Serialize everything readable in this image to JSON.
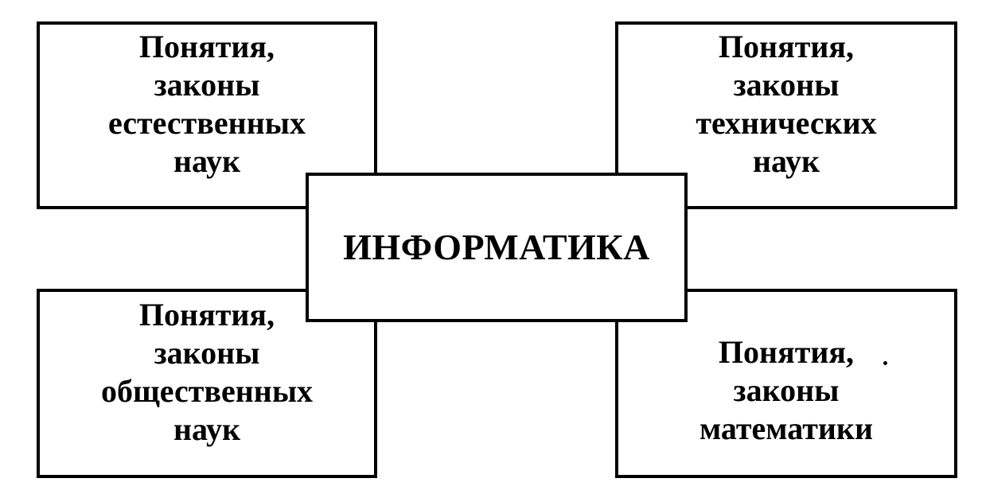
{
  "diagram": {
    "center": {
      "label": "ИНФОРМАТИКА"
    },
    "boxes": {
      "top_left": {
        "label": "Понятия,\nзаконы\nестественных\nнаук"
      },
      "top_right": {
        "label": "Понятия,\nзаконы\nтехнических\nнаук"
      },
      "bottom_left": {
        "label": "Понятия,\nзаконы\nобщественных\nнаук"
      },
      "bottom_right": {
        "label": "Понятия,\nзаконы\nматематики"
      }
    },
    "colors": {
      "border": "#000000",
      "background": "#ffffff",
      "text": "#000000"
    }
  }
}
